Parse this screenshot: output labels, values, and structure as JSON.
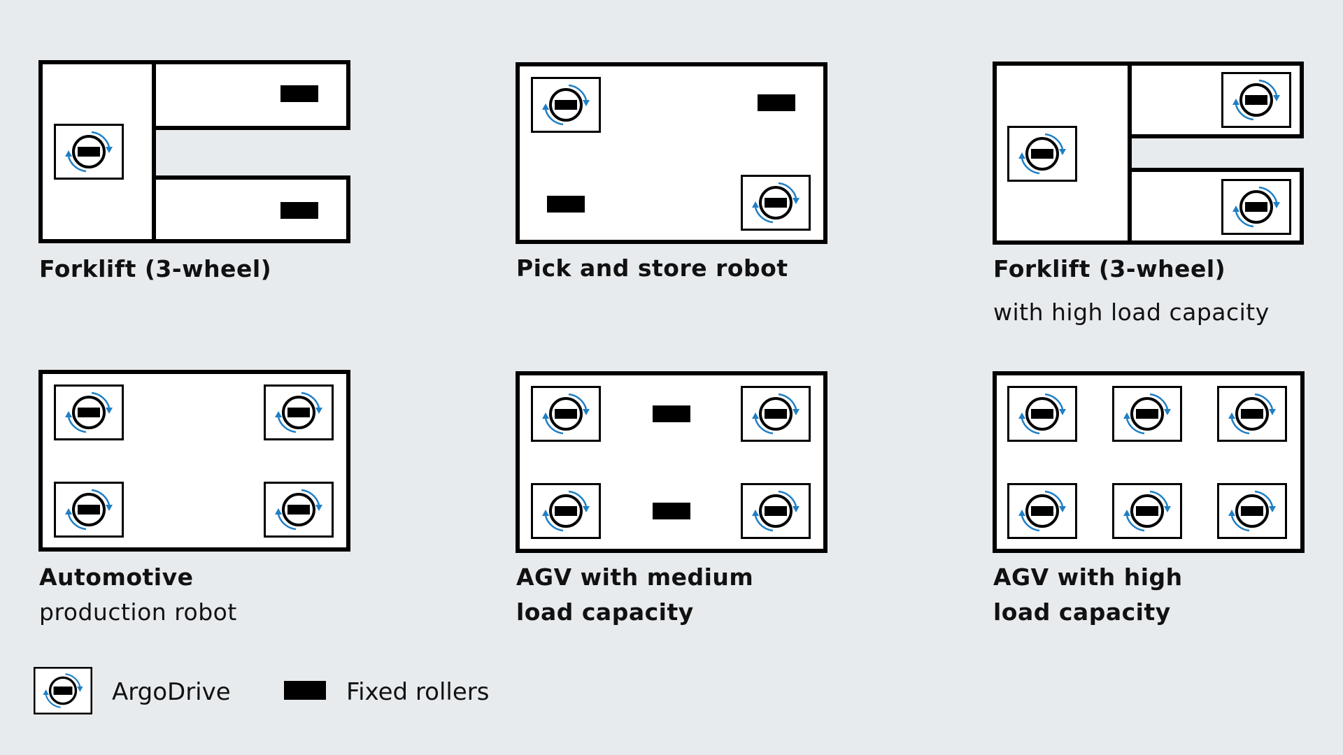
{
  "colors": {
    "background": "#e8ebee",
    "frame": "#000000",
    "body_fill": "#ffffff",
    "arrow": "#1f7fc4"
  },
  "icons": {
    "drive": "argodrive-icon",
    "roller": "fixed-roller-icon"
  },
  "vehicles": [
    {
      "id": "forklift-3-wheel",
      "title": "Forklift (3-wheel)",
      "subtitle": ""
    },
    {
      "id": "pick-and-store-robot",
      "title": "Pick and store robot",
      "subtitle": ""
    },
    {
      "id": "forklift-3-wheel-high-load",
      "title": "Forklift (3-wheel)",
      "subtitle": "with high load capacity"
    },
    {
      "id": "automotive-production-robot",
      "title": "Automotive",
      "subtitle": "production robot"
    },
    {
      "id": "agv-medium-load",
      "title": "AGV with medium",
      "subtitle": "load capacity"
    },
    {
      "id": "agv-high-load",
      "title": "AGV with high",
      "subtitle": "load capacity"
    }
  ],
  "legend": {
    "drive_label": "ArgoDrive",
    "roller_label": "Fixed rollers"
  }
}
